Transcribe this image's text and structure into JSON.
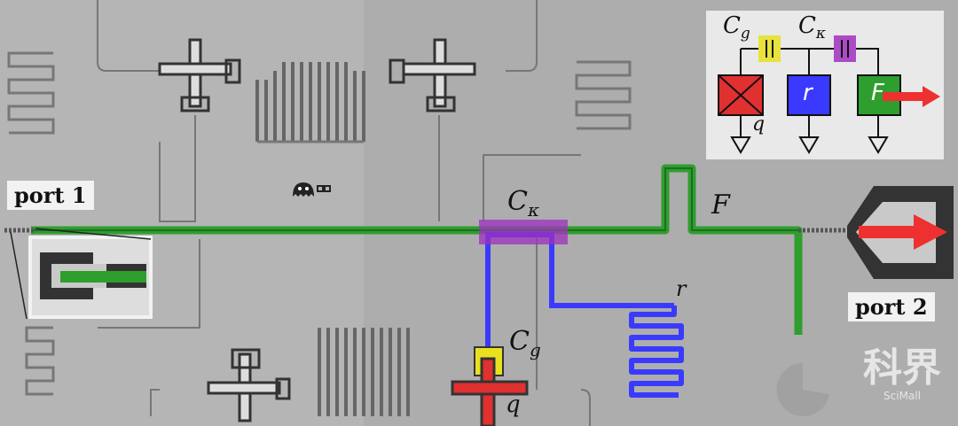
{
  "ports": {
    "port1": "port 1",
    "port2": "port 2"
  },
  "labels": {
    "c_kappa": "C",
    "c_kappa_sub": "κ",
    "f_line": "F",
    "resonator": "r",
    "c_g": "C",
    "c_g_sub": "g",
    "qubit": "q"
  },
  "inset": {
    "cg": "C",
    "cg_sub": "g",
    "ck": "C",
    "ck_sub": "κ",
    "r_box": "r",
    "f_box": "F",
    "q_label": "q"
  },
  "watermark": {
    "main": "科界",
    "sub": "SciMall"
  },
  "colors": {
    "feedline": "#2e9e2e",
    "resonator": "#3a3aff",
    "qubit": "#e03030",
    "c_g": "#e8e020",
    "c_kappa": "#a030c0",
    "arrow": "#ee3030",
    "metal_dark": "#333333"
  }
}
